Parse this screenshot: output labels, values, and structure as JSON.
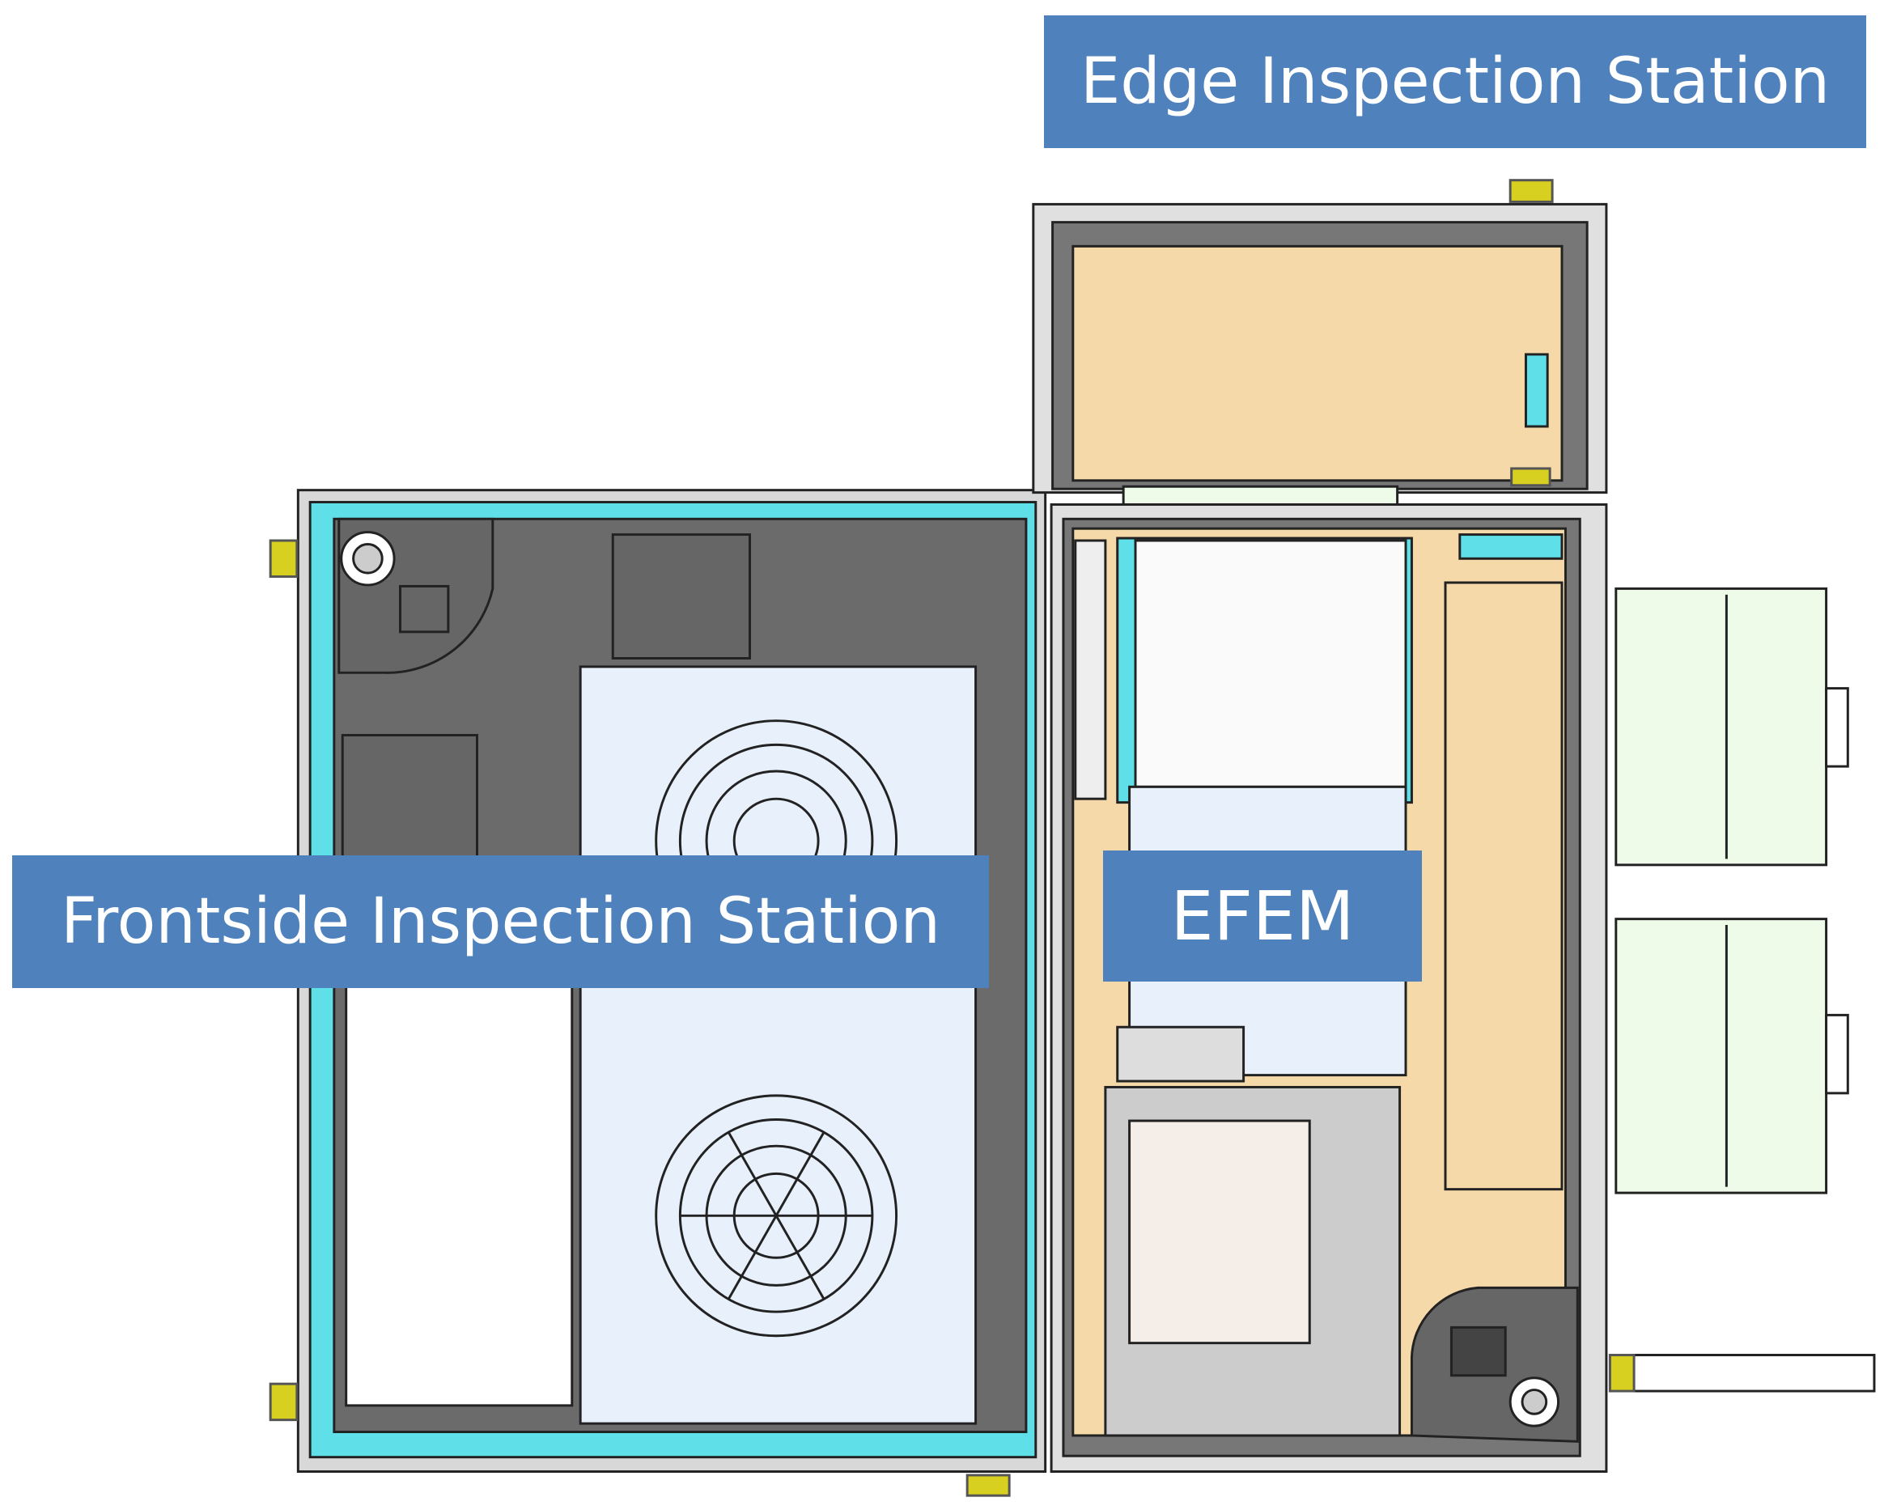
{
  "labels": {
    "edge": "Edge Inspection Station",
    "frontside": "Frontside Inspection Station",
    "efem": "EFEM"
  },
  "colors": {
    "label_bg": "#4f81bd",
    "cyan_frame": "#5fe0e8",
    "dark_interior": "#6b6b6b",
    "light_blue_panel": "#e8f0fc",
    "tan_panel": "#f5d9a8",
    "light_green_module": "#eefbe9",
    "connector_yellow": "#d8d020"
  }
}
